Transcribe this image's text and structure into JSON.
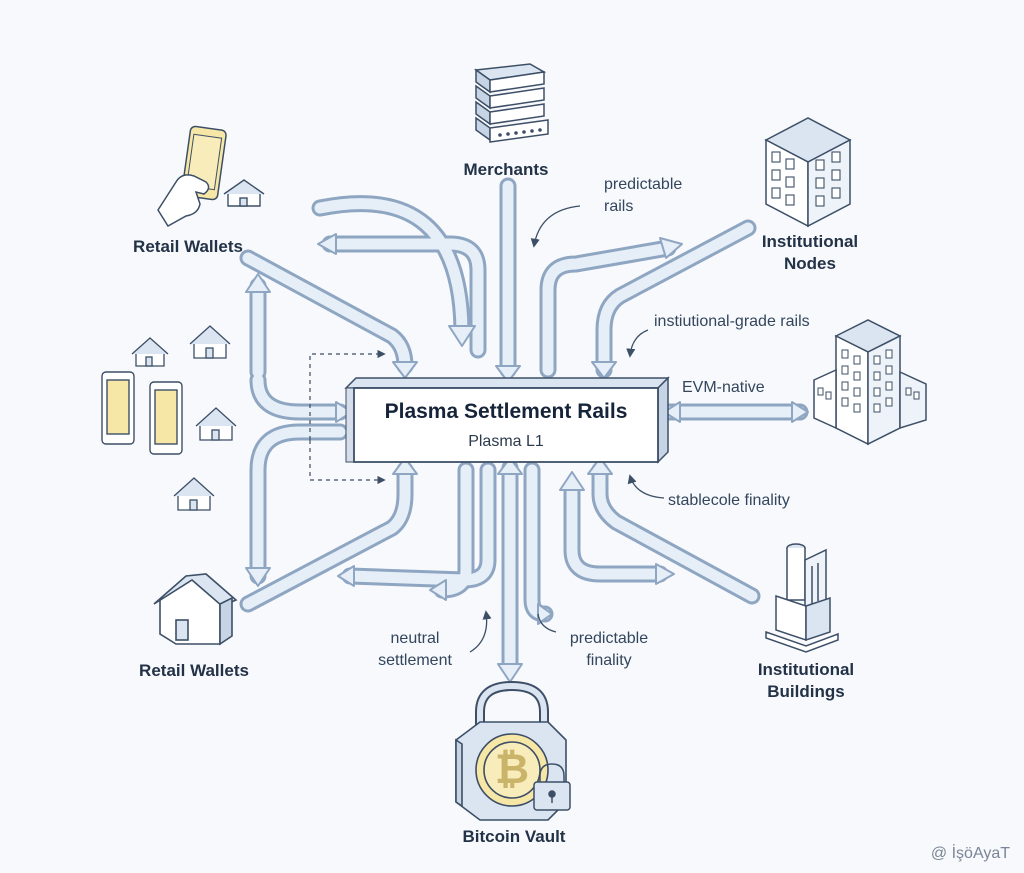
{
  "center": {
    "title": "Plasma Settlement Rails",
    "subtitle": "Plasma L1"
  },
  "nodes": {
    "retail_wallets_top": "Retail Wallets",
    "retail_wallets_bottom": "Retail Wallets",
    "merchants": "Merchants",
    "institutional_nodes": [
      "Institutional",
      "Nodes"
    ],
    "institutional_buildings": [
      "Institutional",
      "Buildings"
    ],
    "bitcoin_vault": "Bitcoin Vault"
  },
  "annotations": {
    "predictable_rails": [
      "predictable",
      "rails"
    ],
    "institutional_grade_rails": "instiutional-grade rails",
    "evm_native": "EVM-native",
    "stablecoin_finality": "stablecole finality",
    "neutral_settlement": [
      "neutral",
      "settlement"
    ],
    "predictable_finality": [
      "predictable",
      "finality"
    ]
  },
  "watermark": "@ İşöAyaT",
  "colors": {
    "line": "#3d4f66",
    "rail_fill": "#e6eef8",
    "rail_stroke": "#8fa6c2",
    "icon_fill": "#ffffff",
    "icon_shade": "#dbe5f2",
    "accent_yellow": "#f6e7a6",
    "background": "#f7f9fc"
  }
}
